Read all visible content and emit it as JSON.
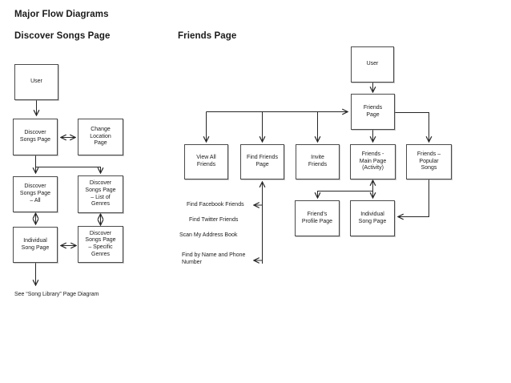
{
  "doc": {
    "title": "Major Flow Diagrams",
    "line_color": "#262626",
    "background": "#ffffff"
  },
  "discover": {
    "heading": "Discover Songs Page",
    "nodes": {
      "user": "User",
      "discover_songs": "Discover\nSongs Page",
      "change_location": "Change\nLocation\nPage",
      "all": "Discover\nSongs Page\n– All",
      "list_of_genres": "Discover\nSongs Page\n– List of\nGenres",
      "individual_song": "Individual\nSong Page",
      "specific_genres": "Discover\nSongs Page\n– Specific\nGenres"
    },
    "note": "See “Song Library” Page Diagram"
  },
  "friends": {
    "heading": "Friends Page",
    "nodes": {
      "user": "User",
      "friends_page": "Friends\nPage",
      "view_all_friends": "View All\nFriends",
      "find_friends_page": "Find Friends\nPage",
      "invite_friends": "Invite\nFriends",
      "friends_main_page": "Friends -\nMain Page\n(Activity)",
      "friends_popular_songs": "Friends –\nPopular\nSongs",
      "friends_profile_page": "Friend's\nProfile Page",
      "individual_song_page": "Individual\nSong Page"
    },
    "find_methods": [
      "Find Facebook Friends",
      "Find Twitter Friends",
      "Scan My Address Book",
      "Find by Name and Phone\nNumber"
    ]
  }
}
